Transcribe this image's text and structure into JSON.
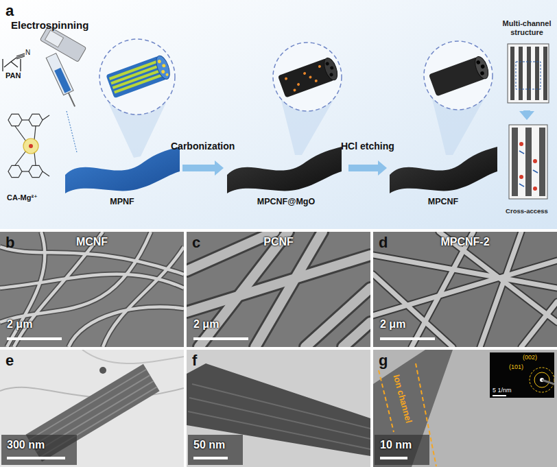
{
  "diagram": {
    "nodes": [
      {
        "text": [
          "a"
        ]
      },
      {
        "text": [
          "MPNF"
        ],
        "in": 0
      },
      {
        "text": [
          "MPCNF@MgO"
        ],
        "in": 0
      },
      {
        "text": [
          "MPCNF"
        ],
        "in": 0
      },
      {
        "text": [
          "Multi-channel structure"
        ],
        "in": 0
      },
      {
        "text": [
          "Cross-access"
        ],
        "in": 0
      },
      {
        "text": [
          "b",
          "MCNF",
          "2 μm"
        ]
      },
      {
        "text": [
          "c",
          "PCNF",
          "2 μm"
        ]
      },
      {
        "text": [
          "d",
          "MPCNF-2",
          "2 μm"
        ]
      },
      {
        "text": [
          "e",
          "300 nm"
        ]
      },
      {
        "text": [
          "f",
          "50 nm"
        ]
      },
      {
        "text": [
          "g",
          "Ion channel",
          "10 nm"
        ]
      },
      {
        "text": [
          "(002)",
          "(101)",
          "5 1/nm"
        ],
        "in": 11
      }
    ],
    "edges": [
      {
        "from": 1,
        "to": 2,
        "arrow": "to",
        "label": "Carbonization"
      },
      {
        "from": 2,
        "to": 3,
        "arrow": "to",
        "label": "HCl etching"
      },
      {
        "from": 4,
        "to": 5,
        "arrow": "to"
      }
    ],
    "labels": [
      "Electrospinning",
      "PAN",
      "N",
      "CA-Mg²⁺"
    ]
  }
}
